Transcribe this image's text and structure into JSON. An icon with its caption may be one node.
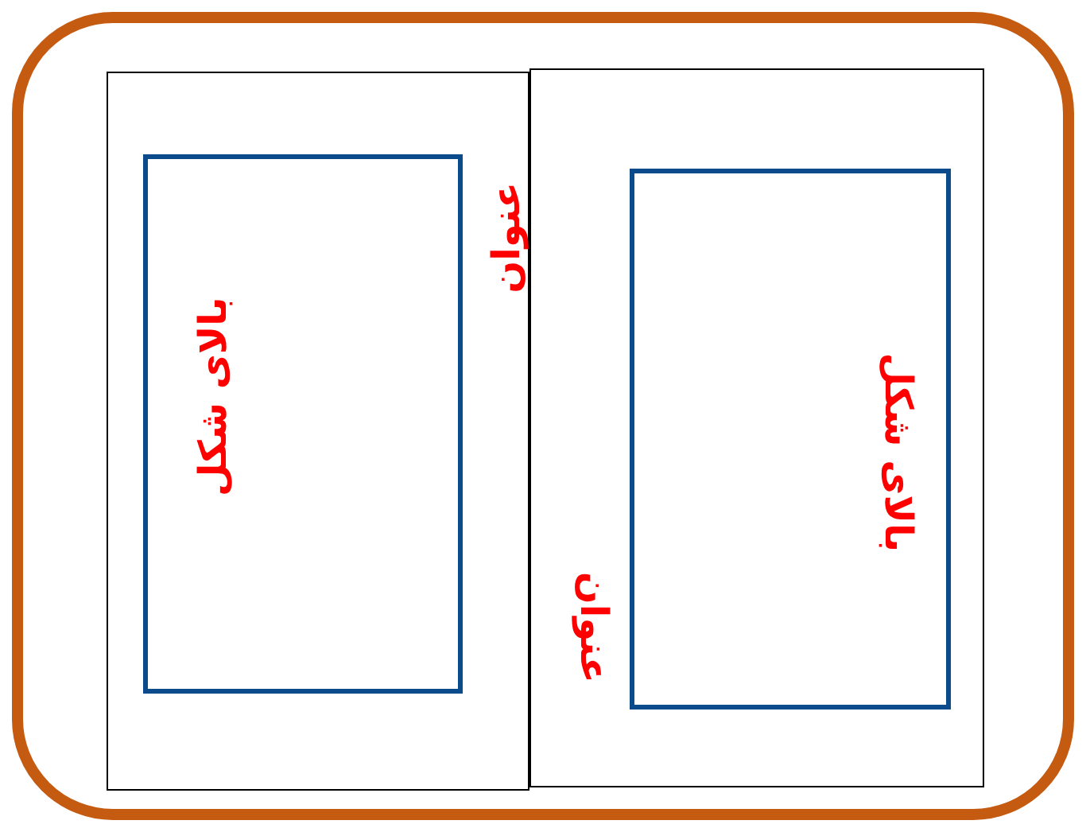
{
  "diagram": {
    "nodes": [
      {
        "text": [
          "عنوان"
        ]
      },
      {
        "text": [
          "بالای شکل"
        ],
        "in": 0
      },
      {
        "text": [
          "عنوان"
        ]
      },
      {
        "text": [
          "بالای شکل"
        ],
        "in": 2
      }
    ]
  }
}
